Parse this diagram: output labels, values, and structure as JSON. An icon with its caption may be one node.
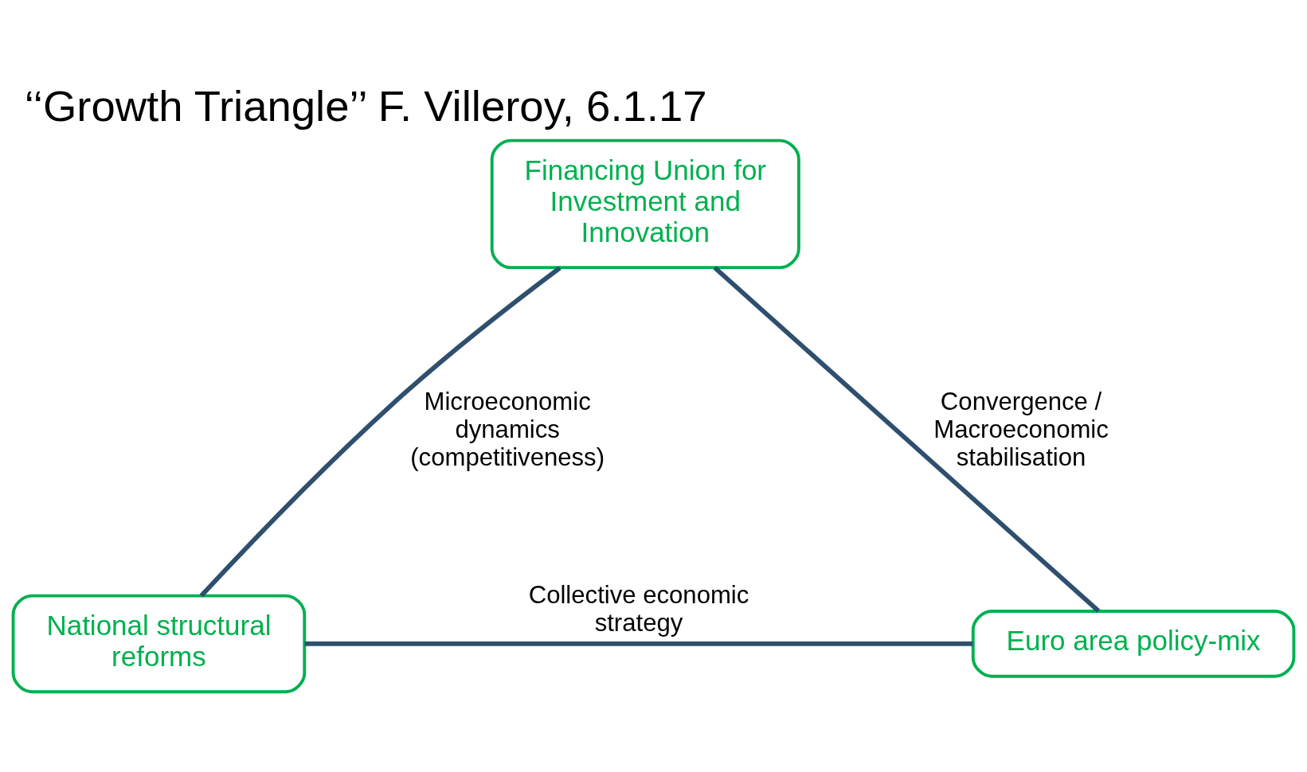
{
  "diagram": {
    "title": "‘‘Growth Triangle’’ F. Villeroy, 6.1.17",
    "nodes": [
      {
        "text": [
          "Financing Union for Investment and Innovation"
        ]
      },
      {
        "text": [
          "National structural reforms"
        ]
      },
      {
        "text": [
          "Euro area policy-mix"
        ]
      }
    ],
    "edges": [
      {
        "from": 0,
        "to": 1,
        "arrow": "none",
        "label": "Microeconomic dynamics (competitiveness)"
      },
      {
        "from": 0,
        "to": 2,
        "arrow": "none",
        "label": "Convergence / Macroeconomic stabilisation"
      },
      {
        "from": 1,
        "to": 2,
        "arrow": "none",
        "label": "Collective economic strategy"
      }
    ]
  }
}
